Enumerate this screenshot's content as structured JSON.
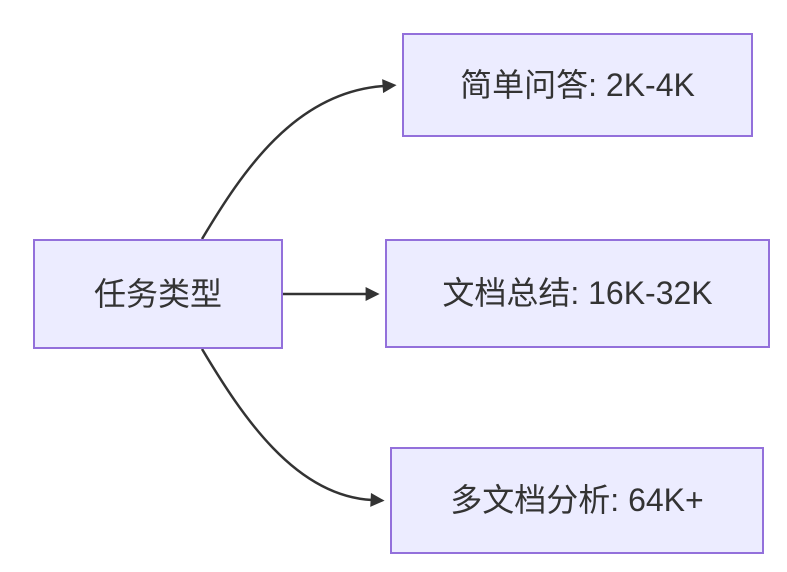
{
  "diagram": {
    "type": "flowchart",
    "direction": "left-to-right",
    "root_node": {
      "id": "task-type",
      "label": "任务类型"
    },
    "branch_nodes": [
      {
        "id": "simple-qa",
        "label": "简单问答: 2K-4K"
      },
      {
        "id": "doc-summary",
        "label": "文档总结: 16K-32K"
      },
      {
        "id": "multi-doc-analysis",
        "label": "多文档分析: 64K+"
      }
    ],
    "edges": [
      {
        "from": "task-type",
        "to": "simple-qa"
      },
      {
        "from": "task-type",
        "to": "doc-summary"
      },
      {
        "from": "task-type",
        "to": "multi-doc-analysis"
      }
    ],
    "colors": {
      "node_fill": "#ECECFF",
      "node_border": "#9370DB",
      "text": "#333333",
      "edge": "#333333",
      "background": "#FFFFFF"
    }
  }
}
